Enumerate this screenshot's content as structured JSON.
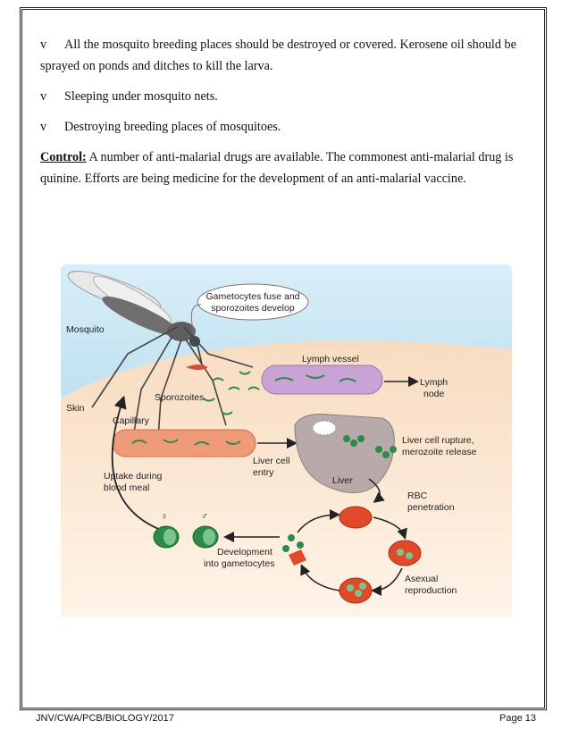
{
  "bullets": [
    {
      "marker": "v",
      "text": "All the mosquito breeding places should be destroyed or covered. Kerosene oil should be sprayed on ponds and ditches to kill the larva."
    },
    {
      "marker": "v",
      "text": "Sleeping under mosquito nets."
    },
    {
      "marker": "v",
      "text": "Destroying breeding places of mosquitoes."
    }
  ],
  "control": {
    "label": "Control:",
    "text": " A number of anti-malarial drugs are available. The commonest anti-malarial drug is quinine. Efforts are being medicine for the development of an anti-malarial vaccine."
  },
  "figure": {
    "labels": {
      "gametocytes_fuse": "Gametocytes fuse and",
      "sporozoites_develop": "sporozoites develop",
      "mosquito": "Mosquito",
      "skin": "Skin",
      "sporozoites": "Sporozoites",
      "lymph_vessel": "Lymph vessel",
      "lymph_node_1": "Lymph",
      "lymph_node_2": "node",
      "capillary": "Capillary",
      "liver_cell_entry_1": "Liver cell",
      "liver_cell_entry_2": "entry",
      "liver": "Liver",
      "liver_rupture_1": "Liver cell rupture,",
      "liver_rupture_2": "merozoite release",
      "uptake_1": "Uptake during",
      "uptake_2": "blood meal",
      "rbc_1": "RBC",
      "rbc_2": "penetration",
      "female_symbol": "♀",
      "male_symbol": "♂",
      "development_1": "Development",
      "development_2": "into gametocytes",
      "asexual_1": "Asexual",
      "asexual_2": "reproduction"
    }
  },
  "footer": {
    "left": "JNV/CWA/PCB/BIOLOGY/2017",
    "right": "Page 13"
  }
}
